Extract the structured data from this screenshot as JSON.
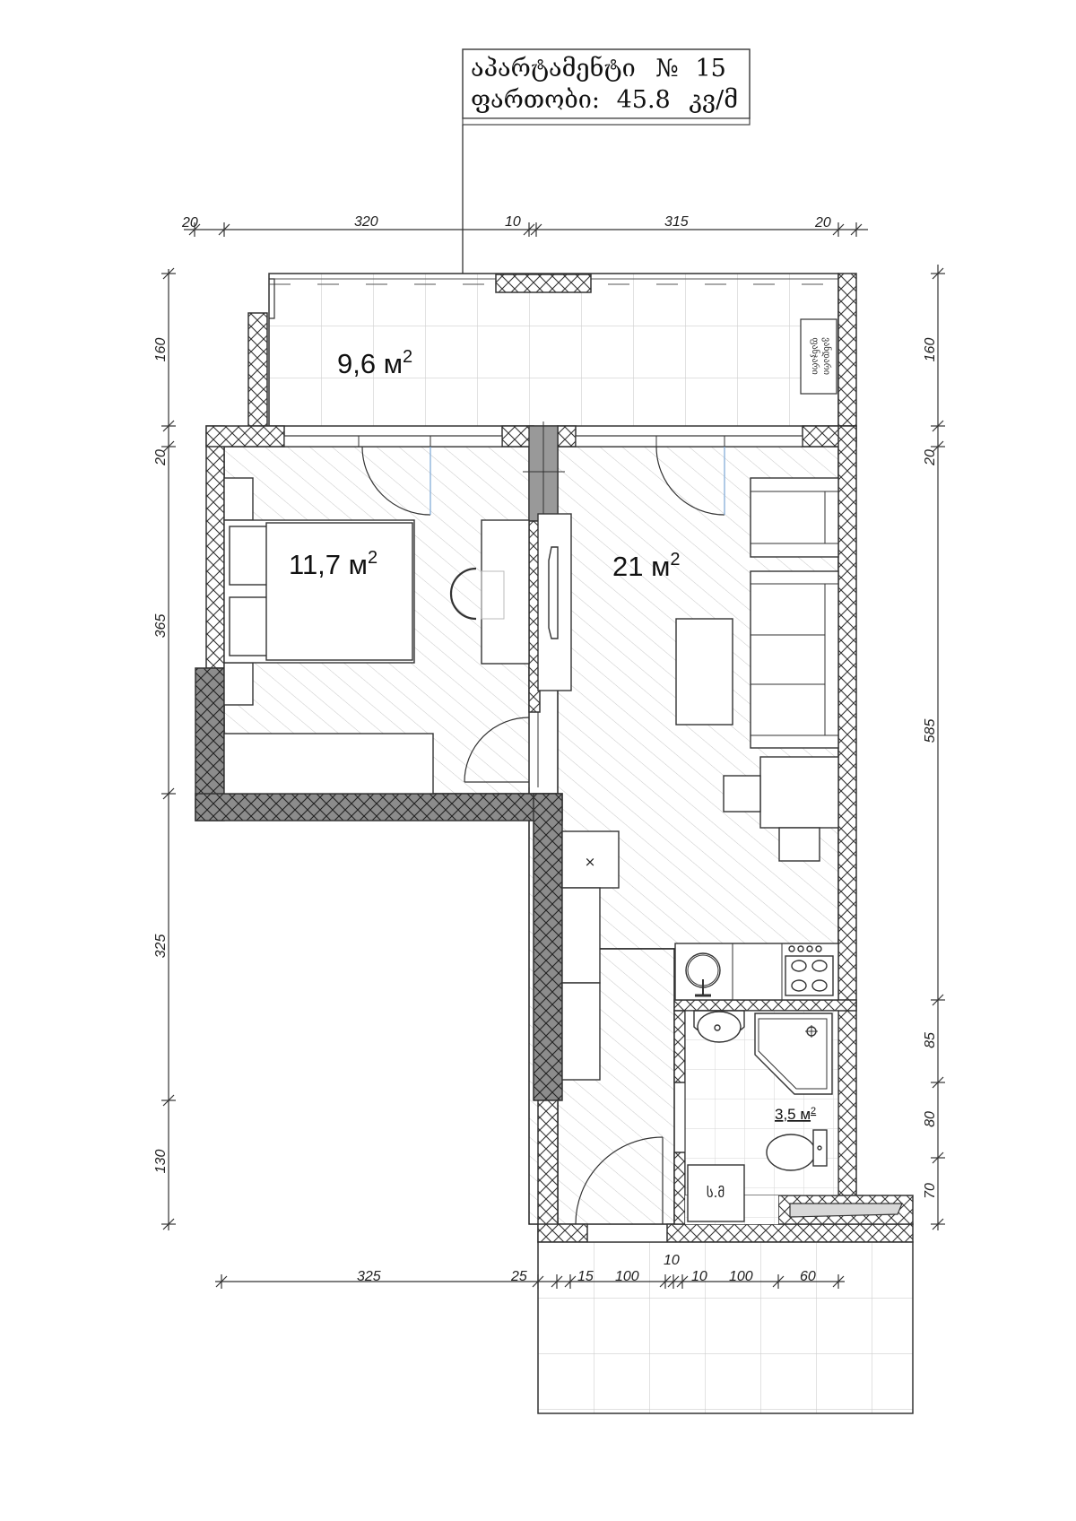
{
  "title_block": {
    "line1_label": "აპარტამენტი",
    "number_sign": "№",
    "apartment_number": "15",
    "line2_label": "ფართობი:",
    "area_value": "45.8",
    "area_unit": "კვ/მ"
  },
  "rooms": {
    "balcony_top": {
      "area": "9,6 м",
      "sup": "2"
    },
    "bedroom": {
      "area": "11,7 м",
      "sup": "2"
    },
    "living": {
      "area": "21 м",
      "sup": "2"
    },
    "bathroom": {
      "area": "3,5 м",
      "sup": "2"
    },
    "washer_label": "ს.მ",
    "fridge_mark": "×",
    "panel_label_1": "ფანჯარი",
    "panel_label_2": "ვანდარი"
  },
  "dimensions": {
    "top": [
      "20",
      "320",
      "10",
      "315",
      "20"
    ],
    "left": [
      "160",
      "20",
      "365",
      "325",
      "130"
    ],
    "right": [
      "160",
      "20",
      "585",
      "85",
      "80",
      "70"
    ],
    "bottom": [
      "325",
      "25",
      "15",
      "100",
      "10",
      "10",
      "100",
      "60"
    ]
  },
  "colors": {
    "wall_hatch": "#333333",
    "load_wall_fill": "#8c8c8c",
    "floor_hatch": "#c8c8c8",
    "door_arc_bath": "#e0a040",
    "glass": "#7aa6d6"
  }
}
